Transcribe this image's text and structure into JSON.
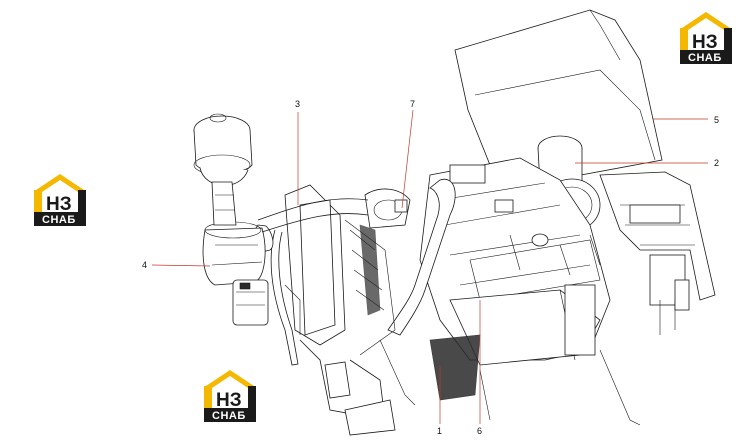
{
  "diagram": {
    "callouts": [
      {
        "id": "1",
        "label": "1"
      },
      {
        "id": "2",
        "label": "2"
      },
      {
        "id": "3",
        "label": "3"
      },
      {
        "id": "4",
        "label": "4"
      },
      {
        "id": "5",
        "label": "5"
      },
      {
        "id": "6",
        "label": "6"
      },
      {
        "id": "7",
        "label": "7"
      }
    ],
    "colors": {
      "line": "#1a1a1a",
      "leader": "#c0392b",
      "logo_yellow": "#f4b800",
      "logo_dark": "#1a1a1a"
    }
  },
  "watermark": {
    "letters": "НЗ",
    "caption": "СНАБ",
    "icon": "house-logo-icon"
  }
}
